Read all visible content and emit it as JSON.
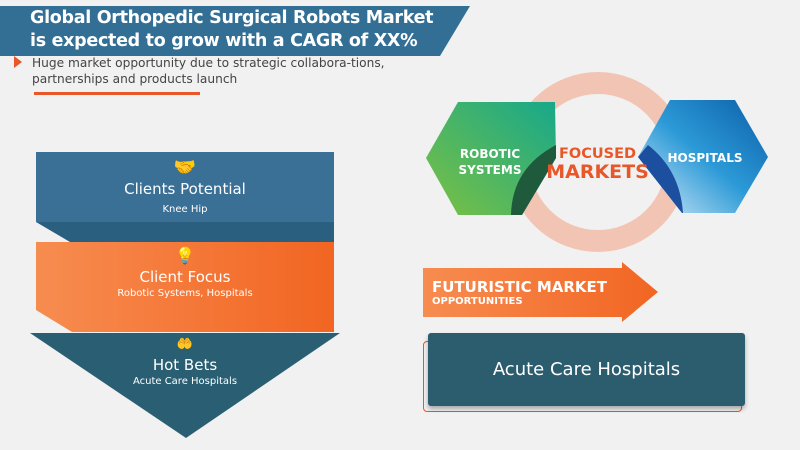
{
  "header": {
    "title_line1": "Global Orthopedic Surgical Robots Market",
    "title_line2": "is expected to grow with a CAGR of XX%",
    "bullet": "Huge market opportunity due to strategic collabora-tions, partnerships and products launch"
  },
  "funnel": [
    {
      "title": "Clients Potential",
      "subtitle": "Knee Hip",
      "icon": "handshake-icon"
    },
    {
      "title": "Client Focus",
      "subtitle": "Robotic Systems, Hospitals",
      "icon": "lightbulb-icon"
    },
    {
      "title": "Hot Bets",
      "subtitle": "Acute Care Hospitals",
      "icon": "hand-box-icon"
    }
  ],
  "focused": {
    "line1": "FOCUSED",
    "line2": "MARKETS",
    "left_line1": "ROBOTIC",
    "left_line2": "SYSTEMS",
    "right": "HOSPITALS"
  },
  "futuristic": {
    "line1": "FUTURISTIC MARKET",
    "line2": "OPPORTUNITIES",
    "box": "Acute Care Hospitals"
  },
  "colors": {
    "blue": "#336f95",
    "orange": "#f26522",
    "teal": "#2b5d6f",
    "ring": "#f2c4b4"
  }
}
